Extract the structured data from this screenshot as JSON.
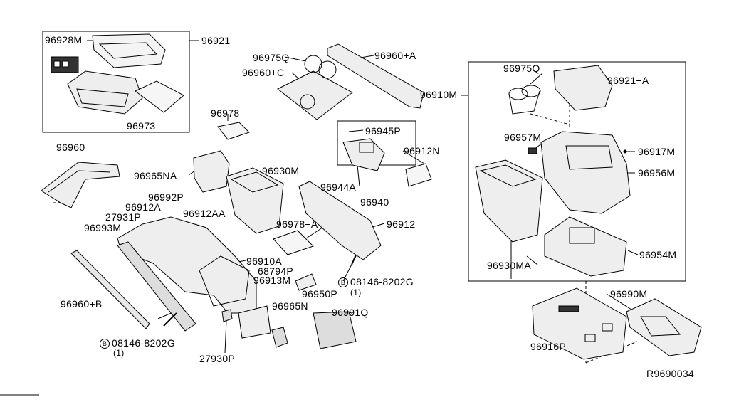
{
  "diagram_id": "R9690034",
  "labels": {
    "l96928M": "96928M",
    "l96921": "96921",
    "l96973": "96973",
    "l96975Q_a": "96975Q",
    "l96960C": "96960+C",
    "l96960A": "96960+A",
    "l96910M": "96910M",
    "l96975Q_b": "96975Q",
    "l96921A": "96921+A",
    "l96957M": "96957M",
    "l96917M": "96917M",
    "l96956M": "96956M",
    "l96978": "96978",
    "l96945P": "96945P",
    "l96912N": "96912N",
    "l96944A": "96944A",
    "l96940": "96940",
    "l96960": "96960",
    "l96965NA": "96965NA",
    "l96930M": "96930M",
    "l96992P": "96992P",
    "l96912A": "96912A",
    "l27931P": "27931P",
    "l96912AA": "96912AA",
    "l96993M": "96993M",
    "l96978A": "96978+A",
    "l96912": "96912",
    "l96910A": "96910A",
    "l68794P": "68794P",
    "l96913M": "96913M",
    "l08146_a": "08146-8202G",
    "l08146_a_qty": "(1)",
    "l96950P": "96950P",
    "l96965N": "96965N",
    "l96991Q": "96991Q",
    "l96960B": "96960+B",
    "l08146_b": "08146-8202G",
    "l08146_b_qty": "(1)",
    "l27930P": "27930P",
    "l96930MA": "96930MA",
    "l96954M": "96954M",
    "l96990M": "96990M",
    "l96916P": "96916P",
    "bolt_symbol": "B"
  }
}
